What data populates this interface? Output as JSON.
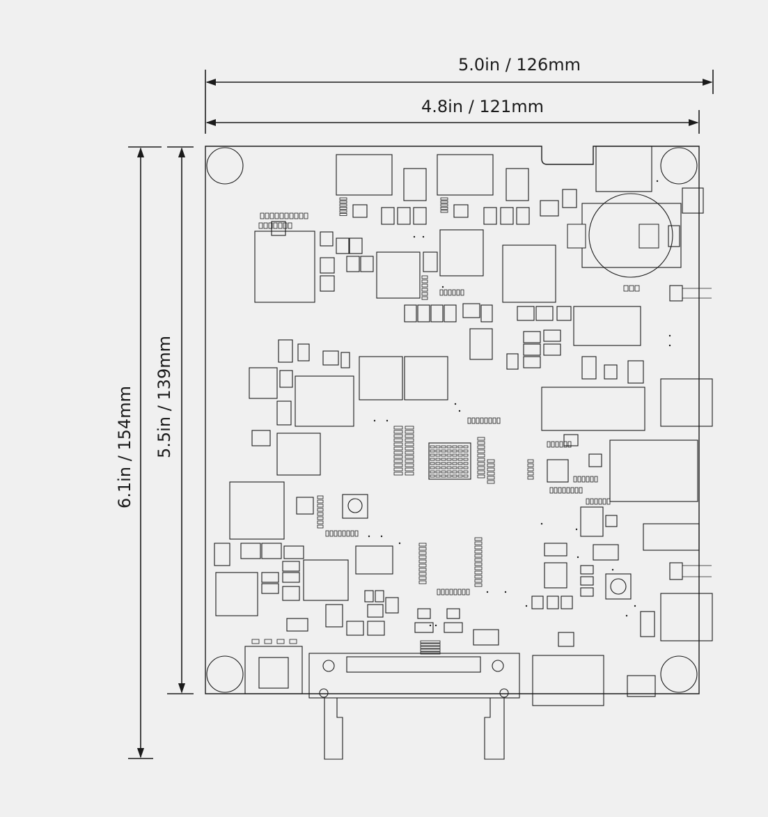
{
  "dimensions": {
    "overall_width": "5.0in / 126mm",
    "board_width": "4.8in / 121mm",
    "overall_height": "6.1in / 154mm",
    "board_height": "5.5in / 139mm"
  },
  "colors": {
    "background": "#f0f0f0",
    "ink": "#1a1a1a"
  }
}
